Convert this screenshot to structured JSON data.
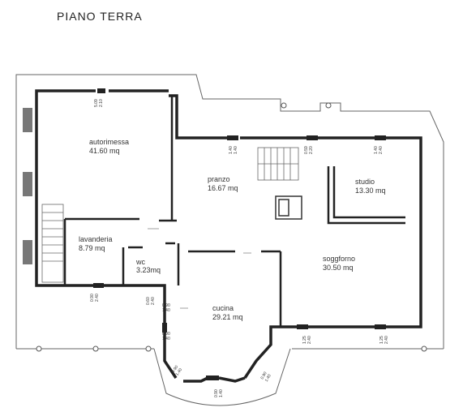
{
  "title": "PIANO TERRA",
  "rooms": [
    {
      "name": "autorimessa",
      "area": "41.60 mq"
    },
    {
      "name": "pranzo",
      "area": "16.67 mq"
    },
    {
      "name": "studio",
      "area": "13.30 mq"
    },
    {
      "name": "lavanderia",
      "area": "8.79 mq"
    },
    {
      "name": "wc",
      "area": "3.23mq"
    },
    {
      "name": "soggforno",
      "area": "30.50 mq"
    },
    {
      "name": "cucina",
      "area": "29.21 mq"
    }
  ],
  "openings": [
    {
      "w": "5.09",
      "h": "2.10"
    },
    {
      "w": "1.40",
      "h": "1.40"
    },
    {
      "w": "0.59",
      "h": "2.20"
    },
    {
      "w": "1.40",
      "h": "2.40"
    },
    {
      "w": "0.90",
      "h": "2.40"
    },
    {
      "w": "0.60",
      "h": "2.40"
    },
    {
      "w": "0.90",
      "h": "1.40"
    },
    {
      "w": "0.90",
      "h": "1.40"
    },
    {
      "w": "1.25",
      "h": "2.40"
    },
    {
      "w": "1.25",
      "h": "2.40"
    },
    {
      "w": "0.90",
      "h": "1.40"
    },
    {
      "w": "0.90",
      "h": "1.40"
    },
    {
      "w": "0.90",
      "h": "1.40"
    }
  ],
  "colors": {
    "wall": "#222222",
    "thin": "#555555"
  }
}
